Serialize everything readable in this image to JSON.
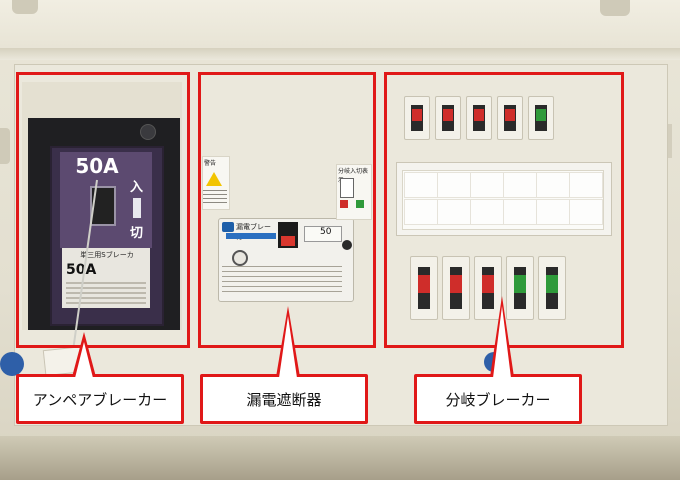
{
  "ampere_breaker": {
    "rating": "50A",
    "on_mark": "入",
    "off_mark": "切",
    "label_line": "単三用Sブレーカ",
    "label_rating": "50A"
  },
  "earth_leakage_breaker": {
    "name": "漏電ブレーカ",
    "warning_title": "警告",
    "dial_value": "50"
  },
  "branch_label_title": "分岐入切表示",
  "branch_breakers": {
    "top_row": [
      "red",
      "red",
      "red",
      "red",
      "green"
    ],
    "bottom_row": [
      "red",
      "red",
      "red",
      "green",
      "green"
    ]
  },
  "callouts": {
    "amp": "アンペアブレーカー",
    "elb": "漏電遮断器",
    "branch": "分岐ブレーカー"
  },
  "colors": {
    "frame": "#e01818",
    "breaker_on": "#cf2d2a",
    "breaker_green": "#2f9a3a"
  }
}
